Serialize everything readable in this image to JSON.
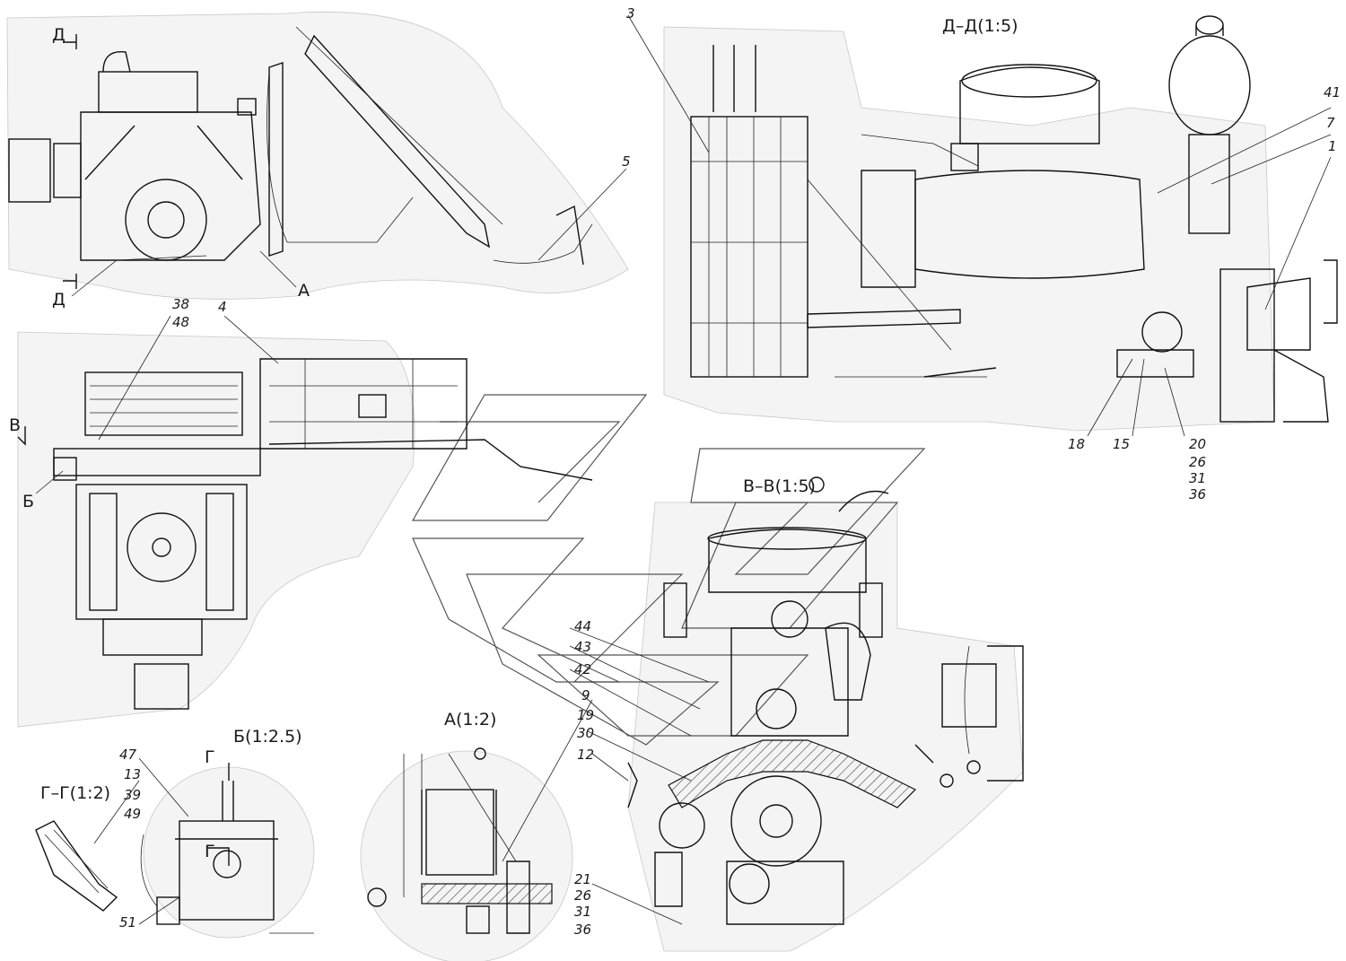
{
  "views": {
    "section_dd": "Д–Д(1:5)",
    "section_vv": "В–В(1:5)",
    "detail_a": "А(1:2)",
    "detail_b": "Б(1:2.5)",
    "section_gg": "Г–Г(1:2)"
  },
  "cut_marks": {
    "d_top": "Д",
    "d_bottom": "Д",
    "v_left": "В",
    "g_top": "Г",
    "g_side": "Г",
    "a_call": "А",
    "b_call": "Б"
  },
  "callouts": {
    "c3": "3",
    "c5": "5",
    "c4": "4",
    "c38": "38",
    "c48": "48",
    "c41": "41",
    "c7": "7",
    "c1": "1",
    "c18": "18",
    "c15": "15",
    "c20": "20",
    "c26a": "26",
    "c31a": "31",
    "c36a": "36",
    "c44": "44",
    "c43": "43",
    "c42": "42",
    "c9": "9",
    "c19": "19",
    "c30": "30",
    "c12": "12",
    "c21": "21",
    "c26b": "26",
    "c31b": "31",
    "c36b": "36",
    "c47": "47",
    "c13": "13",
    "c39": "39",
    "c49": "49",
    "c51": "51"
  },
  "colors": {
    "line": "#111111",
    "background": "#ffffff",
    "hatch": "#444444"
  }
}
